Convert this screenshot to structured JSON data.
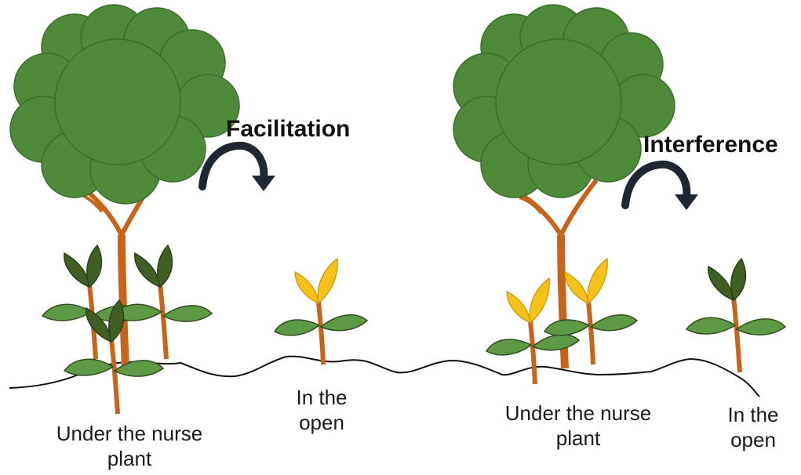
{
  "annotations": {
    "left_effect": "Facilitation",
    "right_effect": "Interference"
  },
  "labels": {
    "left_under": "Under the nurse plant",
    "left_open": "In the open",
    "right_under": "Under the nurse plant",
    "right_open": "In the open"
  },
  "colors": {
    "canopy": "#4e8a3a",
    "canopy_outline": "#3b6f2b",
    "trunk": "#c8631b",
    "leaf_dark": "#3f5f24",
    "leaf_light": "#5e9a45",
    "flower": "#f7c11b",
    "arrow": "#1f2733",
    "ground": "#111111"
  }
}
